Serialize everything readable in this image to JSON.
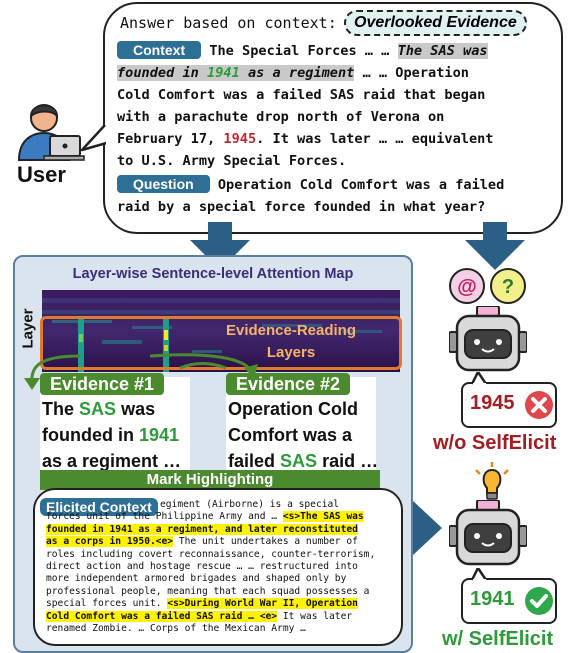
{
  "prompt": {
    "instruction": "Answer based on context:",
    "tag": "Overlooked Evidence"
  },
  "context": {
    "label": "Context",
    "line1": "The Special Forces … …",
    "line1_italic": "The SAS was",
    "line2_part1": "founded in",
    "line2_year": "1941",
    "line2_part2": "as a regiment",
    "line2_part3": " … … Operation",
    "line3": "Cold Comfort was a failed SAS raid that began",
    "line4": "with a parachute drop north of Verona on",
    "line5_part1": "February 17,",
    "line5_year": "1945",
    "line5_part2": ". It was later … … equivalent",
    "line6": "to U.S. Army Special Forces."
  },
  "question": {
    "label": "Question",
    "line1": "Operation Cold Comfort was a failed",
    "line2": "raid by a special force founded in what year?"
  },
  "user": {
    "label": "User"
  },
  "attention": {
    "title": "Layer-wise Sentence-level Attention Map",
    "axis": "Layer",
    "band_label_1": "Evidence-Reading",
    "band_label_2": "Layers"
  },
  "evidence1": {
    "tag": "Evidence #1",
    "line1_a": "The",
    "line1_hl": "SAS",
    "line1_b": "was",
    "line2_a": "founded in",
    "line2_hl": "1941",
    "line3": "as a regiment …"
  },
  "evidence2": {
    "tag": "Evidence #2",
    "line1": "Operation Cold",
    "line2": "Comfort was a",
    "line3_a": "failed",
    "line3_hl": "SAS",
    "line3_b": "raid …"
  },
  "mark": {
    "label": "Mark Highlighting"
  },
  "elicited": {
    "label": "Elicited Context",
    "l1": "egiment (Airborne) is a special",
    "l2a": "forces unit of the Philippine Army and … ",
    "l2b": "<s>The SAS was",
    "l3": "founded in 1941 as a regiment, and later reconstituted",
    "l4a": "as a corps in 1950.<e>",
    "l4b": " The unit undertakes a number of",
    "l5": "roles including covert reconnaissance, counter-terrorism,",
    "l6": "direct action and hostage rescue … … restructured into",
    "l7": "more independent armored brigades and shaped only by",
    "l8": "professional people, meaning that each squad possesses a",
    "l9a": "special forces unit. ",
    "l9b": "<s>During World War II, Operation",
    "l10a": "Cold Comfort was a failed SAS raid … <e>",
    "l10b": " It was later",
    "l11": "renamed Zombie. … Corps of the Mexican Army …"
  },
  "wo": {
    "answer": "1945",
    "label": "w/o SelfElicit"
  },
  "w": {
    "answer": "1941",
    "label": "w/ SelfElicit"
  },
  "robot_bubbles": {
    "at": "@",
    "question": "?"
  },
  "colors": {
    "accent_blue": "#2e6f96",
    "evidence_green": "#4b8a2e",
    "answer_red": "#a31d22",
    "answer_green": "#2e9a3a",
    "highlight_yellow": "#fff200"
  }
}
